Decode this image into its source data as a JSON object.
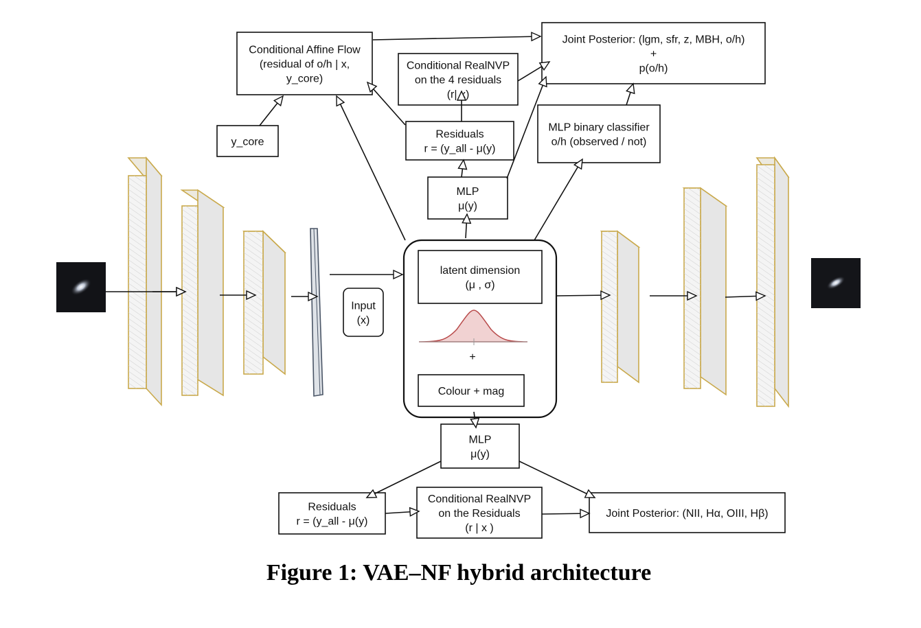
{
  "caption": "Figure 1: VAE–NF hybrid architecture",
  "boxes": {
    "affine_flow": [
      "Conditional Affine Flow",
      "(residual of o/h | x,",
      "y_core)"
    ],
    "y_core": [
      "y_core"
    ],
    "realnvp_top": [
      "Conditional RealNVP",
      "on the 4 residuals",
      "(r| x)"
    ],
    "joint_top": [
      "Joint Posterior: (lgm, sfr, z, MBH, o/h)",
      "+",
      "p(o/h)"
    ],
    "residuals_top": [
      "Residuals",
      "r = (y_all - μ(y)"
    ],
    "classifier": [
      "MLP binary classifier",
      "o/h (observed / not)"
    ],
    "mlp_top": [
      "MLP",
      "μ(y)"
    ],
    "input": [
      "Input",
      "(x)"
    ],
    "latent": [
      "latent dimension",
      "(μ , σ)"
    ],
    "plus": "+",
    "colour_mag": [
      "Colour + mag"
    ],
    "mlp_bottom": [
      "MLP",
      "μ(y)"
    ],
    "residuals_bottom": [
      "Residuals",
      "r = (y_all - μ(y)"
    ],
    "realnvp_bottom": [
      "Conditional RealNVP",
      "on the Residuals",
      "(r | x )"
    ],
    "joint_bottom": [
      "Joint Posterior: (NII, Hα, OIII, Hβ)"
    ]
  },
  "colors": {
    "plate_outline": "#c9a94b",
    "bottleneck_outline": "#4a5566",
    "gaussian_fill": "#e8b4b4",
    "gaussian_stroke": "#b84a4a"
  }
}
